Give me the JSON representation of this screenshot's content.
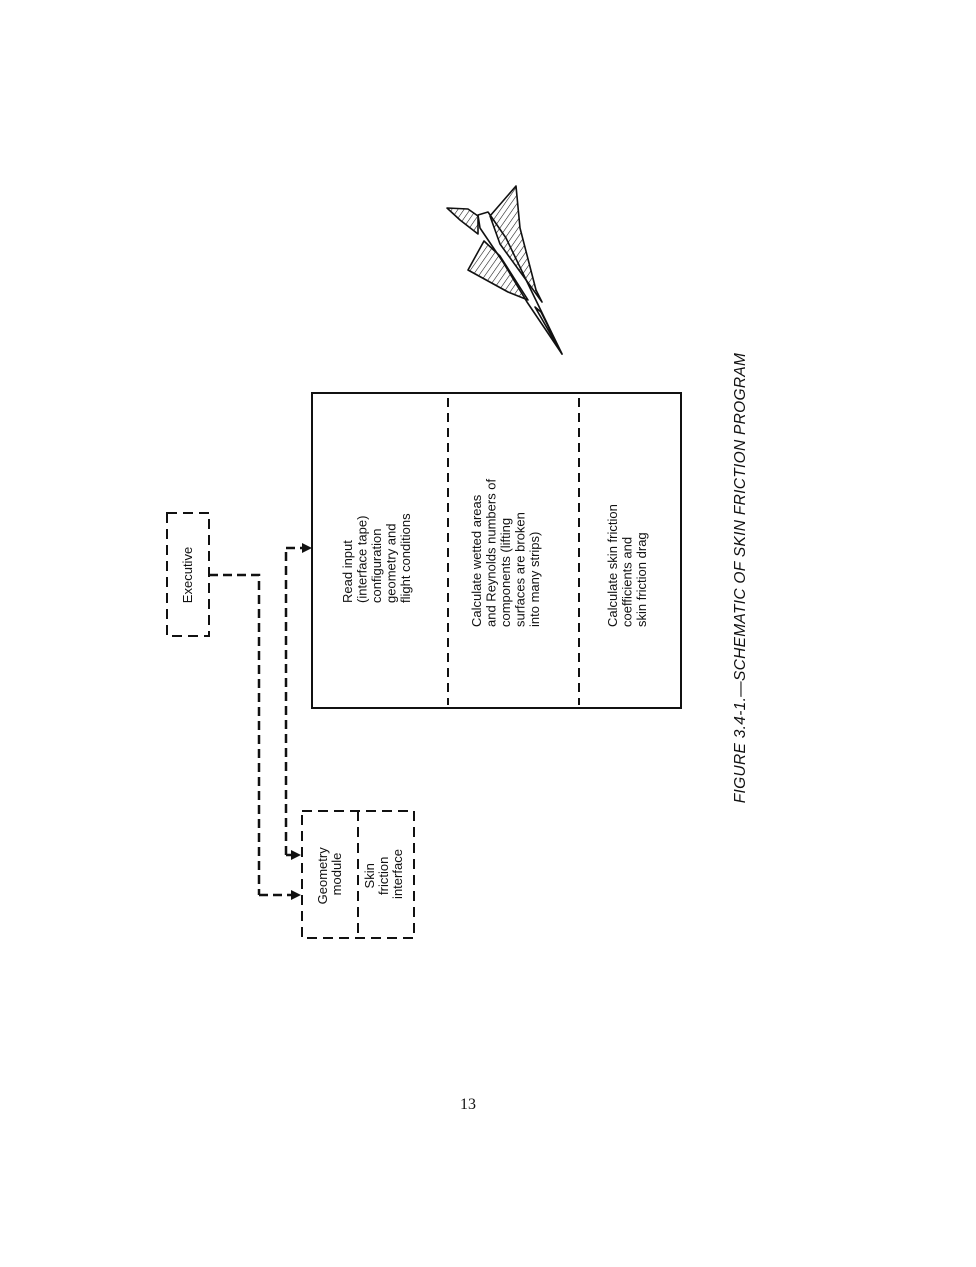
{
  "executive": {
    "label": "Executive"
  },
  "geometry_box": {
    "top_section": [
      "Geometry",
      "module"
    ],
    "bottom_section": [
      "Skin",
      "friction",
      "interface"
    ]
  },
  "program_box": {
    "read_input": [
      "Read input",
      "(interface tape)",
      "configuration",
      "geometry and",
      "flight conditions"
    ],
    "calculate_areas": [
      "Calculate wetted areas",
      "and Reynolds numbers of",
      "components (lifting",
      "surfaces are broken",
      "into many strips)"
    ],
    "calculate_friction": [
      "Calculate skin friction",
      "coefficients and",
      "skin friction drag"
    ]
  },
  "caption": "FIGURE 3.4-1.—SCHEMATIC OF SKIN FRICTION PROGRAM",
  "page_number": "13"
}
